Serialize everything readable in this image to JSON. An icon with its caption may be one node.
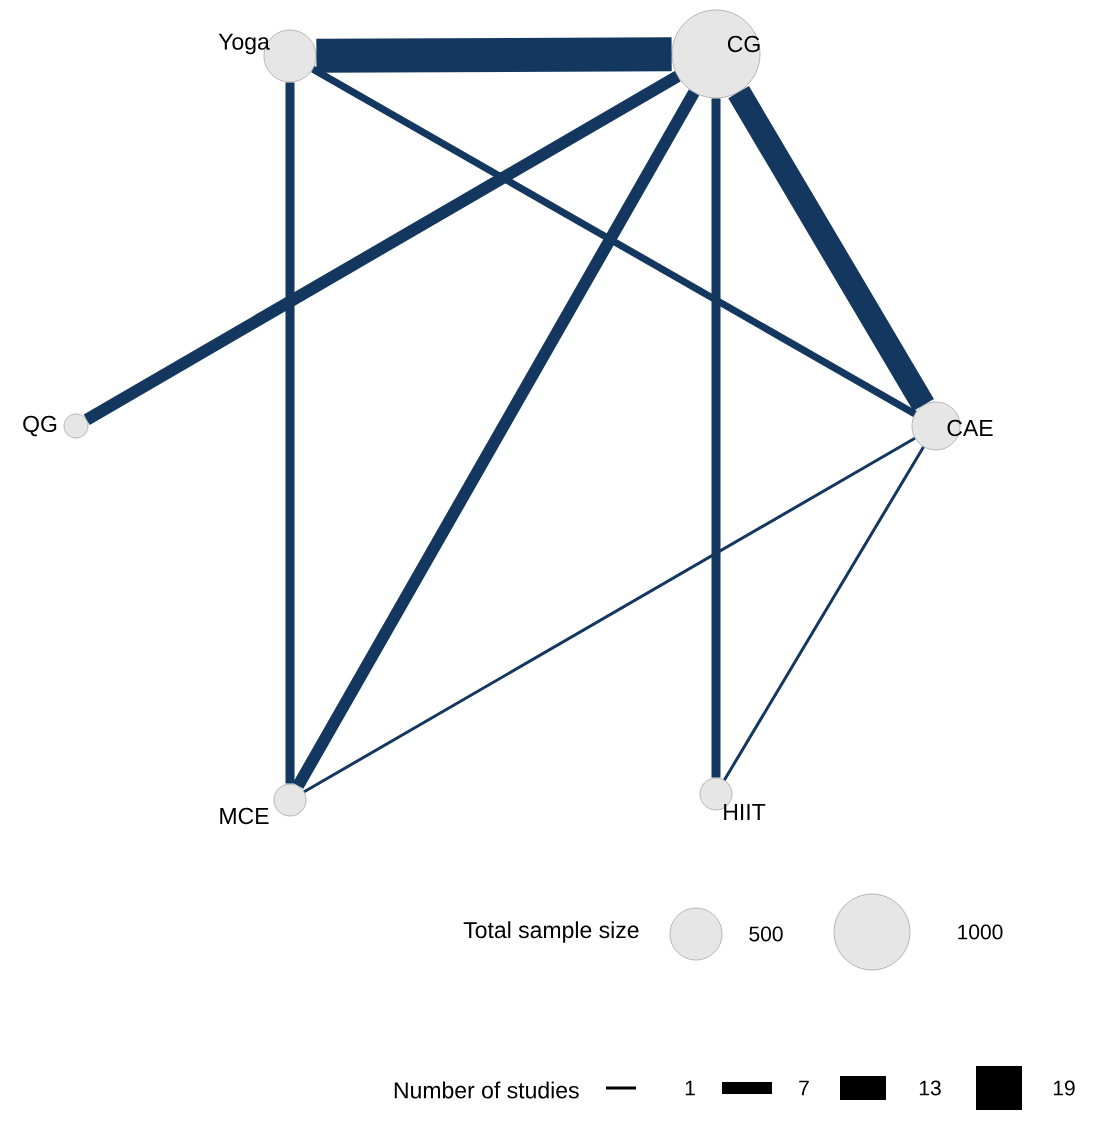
{
  "diagram": {
    "nodes": [
      {
        "text": [
          "Yoga"
        ]
      },
      {
        "text": [
          "CG"
        ]
      },
      {
        "text": [
          "QG"
        ]
      },
      {
        "text": [
          "CAE"
        ]
      },
      {
        "text": [
          "MCE"
        ]
      },
      {
        "text": [
          "HIIT"
        ]
      }
    ],
    "edges": [
      {
        "from": 0,
        "to": 1,
        "arrow": "none",
        "style": "thick"
      },
      {
        "from": 0,
        "to": 4,
        "arrow": "none"
      },
      {
        "from": 0,
        "to": 3,
        "arrow": "none"
      },
      {
        "from": 2,
        "to": 1,
        "arrow": "none"
      },
      {
        "from": 1,
        "to": 4,
        "arrow": "none"
      },
      {
        "from": 1,
        "to": 5,
        "arrow": "none"
      },
      {
        "from": 1,
        "to": 3,
        "arrow": "none",
        "style": "thick"
      },
      {
        "from": 3,
        "to": 4,
        "arrow": "none"
      },
      {
        "from": 3,
        "to": 5,
        "arrow": "none"
      }
    ],
    "labels": [
      "Total sample size",
      "Number of studies"
    ],
    "legend": [
      {
        "text": "500"
      },
      {
        "text": "1000"
      },
      {
        "text": "1"
      },
      {
        "text": "7"
      },
      {
        "text": "13"
      },
      {
        "text": "19"
      }
    ]
  }
}
